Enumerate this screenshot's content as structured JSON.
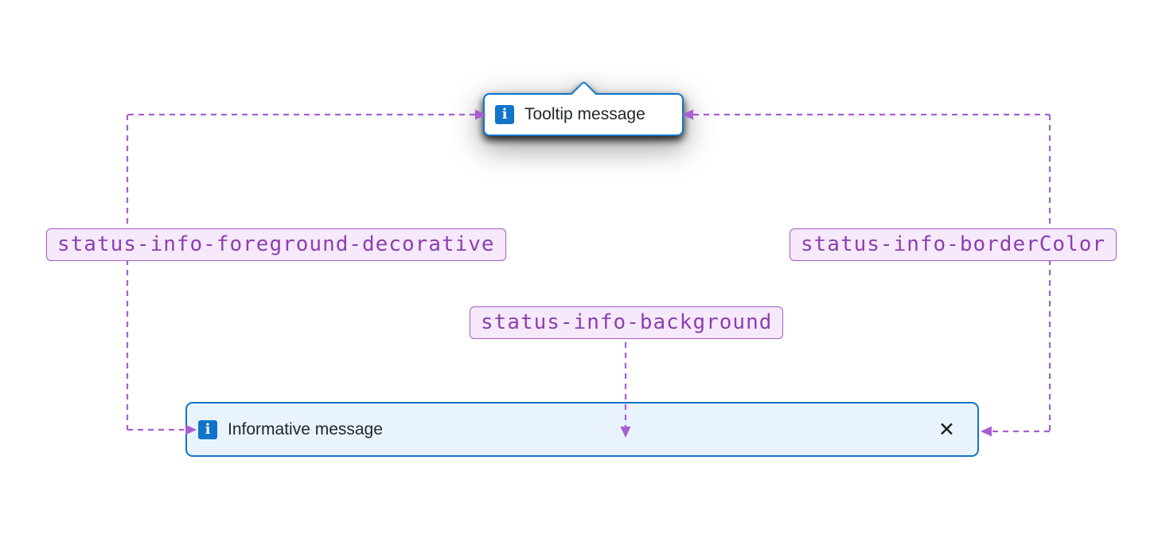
{
  "colors": {
    "accent": "#a85fd2",
    "blue": "#1174c9",
    "banner-bg": "#e9f3fd",
    "token-bg": "#f6e9fb",
    "token-border": "#a05cc4",
    "token-text": "#8d3fb0",
    "text": "#21272a"
  },
  "tooltip": {
    "message": "Tooltip message",
    "info_icon_glyph": "i"
  },
  "banner": {
    "message": "Informative message",
    "info_icon_glyph": "i",
    "close_icon_glyph": "✕"
  },
  "tokens": [
    {
      "id": "status-info-foreground-decorative",
      "label": "status-info-foreground-decorative"
    },
    {
      "id": "status-info-borderColor",
      "label": "status-info-borderColor"
    },
    {
      "id": "status-info-background",
      "label": "status-info-background"
    }
  ]
}
